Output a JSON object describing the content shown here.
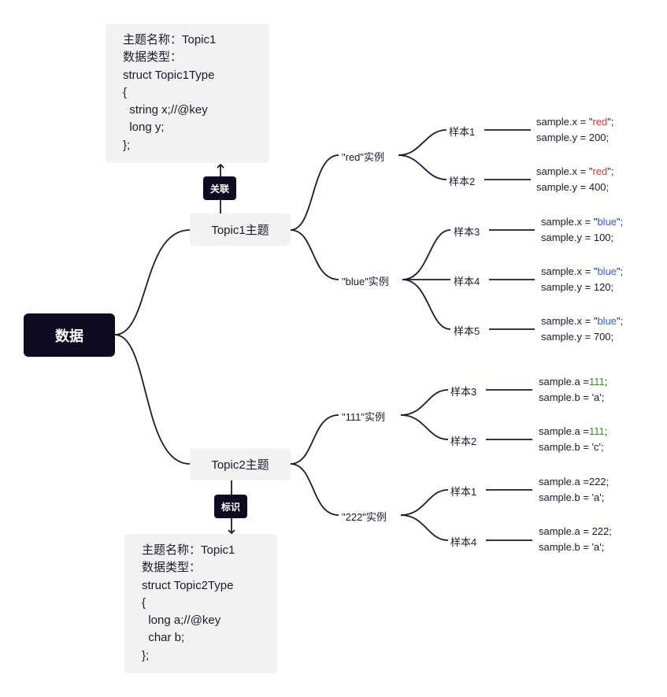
{
  "root": {
    "label": "数据"
  },
  "topics": [
    {
      "label": "Topic1主题",
      "tag": "关联",
      "card": [
        "主题名称：Topic1",
        "数据类型：",
        "struct Topic1Type",
        "{",
        "  string x;//@key",
        "  long y;",
        "};"
      ],
      "instances": [
        {
          "label": "\"red\"实例",
          "samples": [
            {
              "label": "样本1",
              "line1_prefix": "sample.x = \"",
              "line1_value": "red",
              "line1_suffix": "\";",
              "line2": "sample.y = 200;"
            },
            {
              "label": "样本2",
              "line1_prefix": "sample.x = \"",
              "line1_value": "red",
              "line1_suffix": "\";",
              "line2": "sample.y = 400;"
            }
          ]
        },
        {
          "label": "\"blue\"实例",
          "samples": [
            {
              "label": "样本3",
              "line1_prefix": "sample.x = \"",
              "line1_value": "blue",
              "line1_suffix": "\";",
              "line2": "sample.y = 100;"
            },
            {
              "label": "样本4",
              "line1_prefix": "sample.x = \"",
              "line1_value": "blue",
              "line1_suffix": "\";",
              "line2": "sample.y = 120;"
            },
            {
              "label": "样本5",
              "line1_prefix": "sample.x = \"",
              "line1_value": "blue",
              "line1_suffix": "\";",
              "line2": "sample.y = 700;"
            }
          ]
        }
      ]
    },
    {
      "label": "Topic2主题",
      "tag": "标识",
      "card": [
        "主题名称：Topic1",
        "数据类型：",
        "struct Topic2Type",
        "{",
        "  long a;//@key",
        "  char b;",
        "};"
      ],
      "instances": [
        {
          "label": "\"111\"实例",
          "samples": [
            {
              "label": "样本3",
              "line1_prefix": "sample.a =",
              "line1_value": "111",
              "line1_suffix": ";",
              "line2": "sample.b = 'a';"
            },
            {
              "label": "样本2",
              "line1_prefix": "sample.a =",
              "line1_value": "111",
              "line1_suffix": ";",
              "line2": "sample.b = 'c';"
            }
          ]
        },
        {
          "label": "\"222\"实例",
          "samples": [
            {
              "label": "样本1",
              "line1_prefix": "sample.a =222;",
              "line1_value": "",
              "line1_suffix": "",
              "line2": "sample.b = 'a';"
            },
            {
              "label": "样本4",
              "line1_prefix": "sample.a = 222;",
              "line1_value": "",
              "line1_suffix": "",
              "line2": "sample.b = 'a';"
            }
          ]
        }
      ]
    }
  ],
  "colors": {
    "dark": "#0c0b1f",
    "red_value": "#d83b2a",
    "blue_value": "#2f5fd6",
    "green_value": "#3a8e2a",
    "card_bg": "#f2f2f2"
  }
}
